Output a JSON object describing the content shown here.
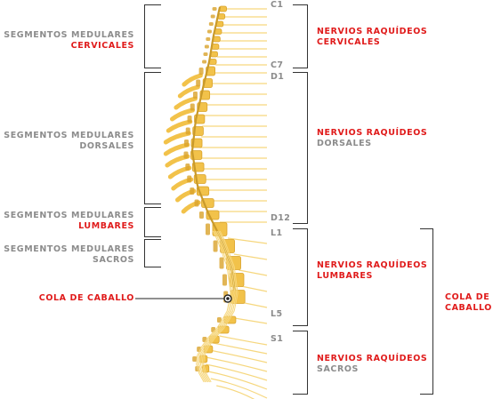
{
  "left_labels": {
    "cervical": {
      "line1": "SEGMENTOS MEDULARES",
      "line2": "CERVICALES"
    },
    "dorsal": {
      "line1": "SEGMENTOS MEDULARES",
      "line2": "DORSALES"
    },
    "lumbar": {
      "line1": "SEGMENTOS MEDULARES",
      "line2": "LUMBARES"
    },
    "sacral": {
      "line1": "SEGMENTOS MEDULARES",
      "line2": "SACROS"
    },
    "cauda": "COLA DE CABALLO"
  },
  "right_labels": {
    "cervical": {
      "line1": "NERVIOS RAQUÍDEOS",
      "line2": "CERVICALES"
    },
    "dorsal": {
      "line1": "NERVIOS RAQUÍDEOS",
      "line2": "DORSALES"
    },
    "lumbar": {
      "line1": "NERVIOS RAQUÍDEOS",
      "line2": "LUMBARES"
    },
    "sacral": {
      "line1": "NERVIOS RAQUÍDEOS",
      "line2": "SACROS"
    }
  },
  "far_right_label": {
    "line1": "COLA DE",
    "line2": "CABALLO"
  },
  "levels": {
    "c1": "C1",
    "c7": "C7",
    "d1": "D1",
    "d12": "D12",
    "l1": "L1",
    "l5": "L5",
    "s1": "S1"
  },
  "colors": {
    "bone": "#f2c24a",
    "bone_dark": "#d9a22a",
    "nerve": "#f6d77e",
    "label_red": "#e01b1b",
    "label_gray": "#8c8c8c",
    "bracket": "#333333"
  }
}
